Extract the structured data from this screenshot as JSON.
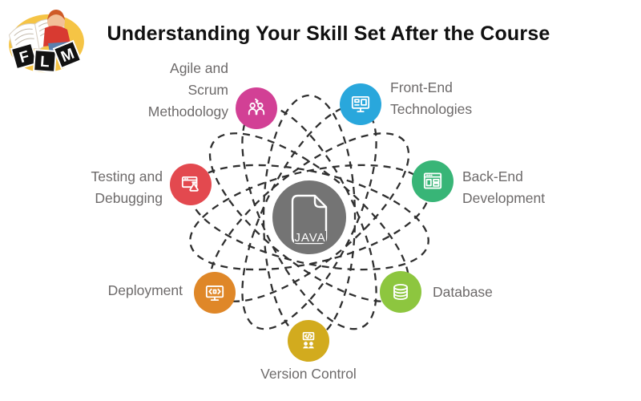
{
  "logo": {
    "name": "FLM reading-child logo",
    "letters": [
      "F",
      "L",
      "M"
    ]
  },
  "header": {
    "title": "Understanding Your Skill Set After the Course"
  },
  "diagram": {
    "center": {
      "label": "JAVA",
      "icon": "java-file-icon",
      "color": "#747474"
    },
    "orbit_color": "#2f2f2f",
    "nodes": [
      {
        "id": "agile-scrum",
        "label": "Agile and\nScrum\nMethodology",
        "icon": "agile-scrum-icon",
        "color": "#d24095"
      },
      {
        "id": "front-end",
        "label": "Front-End\nTechnologies",
        "icon": "frontend-monitor-icon",
        "color": "#29a7dc"
      },
      {
        "id": "back-end",
        "label": "Back-End\nDevelopment",
        "icon": "backend-window-icon",
        "color": "#38b577"
      },
      {
        "id": "database",
        "label": "Database",
        "icon": "database-icon",
        "color": "#8dc63f"
      },
      {
        "id": "version-control",
        "label": "Version Control",
        "icon": "version-control-icon",
        "color": "#d2ab1e"
      },
      {
        "id": "deployment",
        "label": "Deployment",
        "icon": "deployment-icon",
        "color": "#df8728"
      },
      {
        "id": "testing-debugging",
        "label": "Testing and\nDebugging",
        "icon": "testing-flask-icon",
        "color": "#e3494f"
      }
    ]
  }
}
